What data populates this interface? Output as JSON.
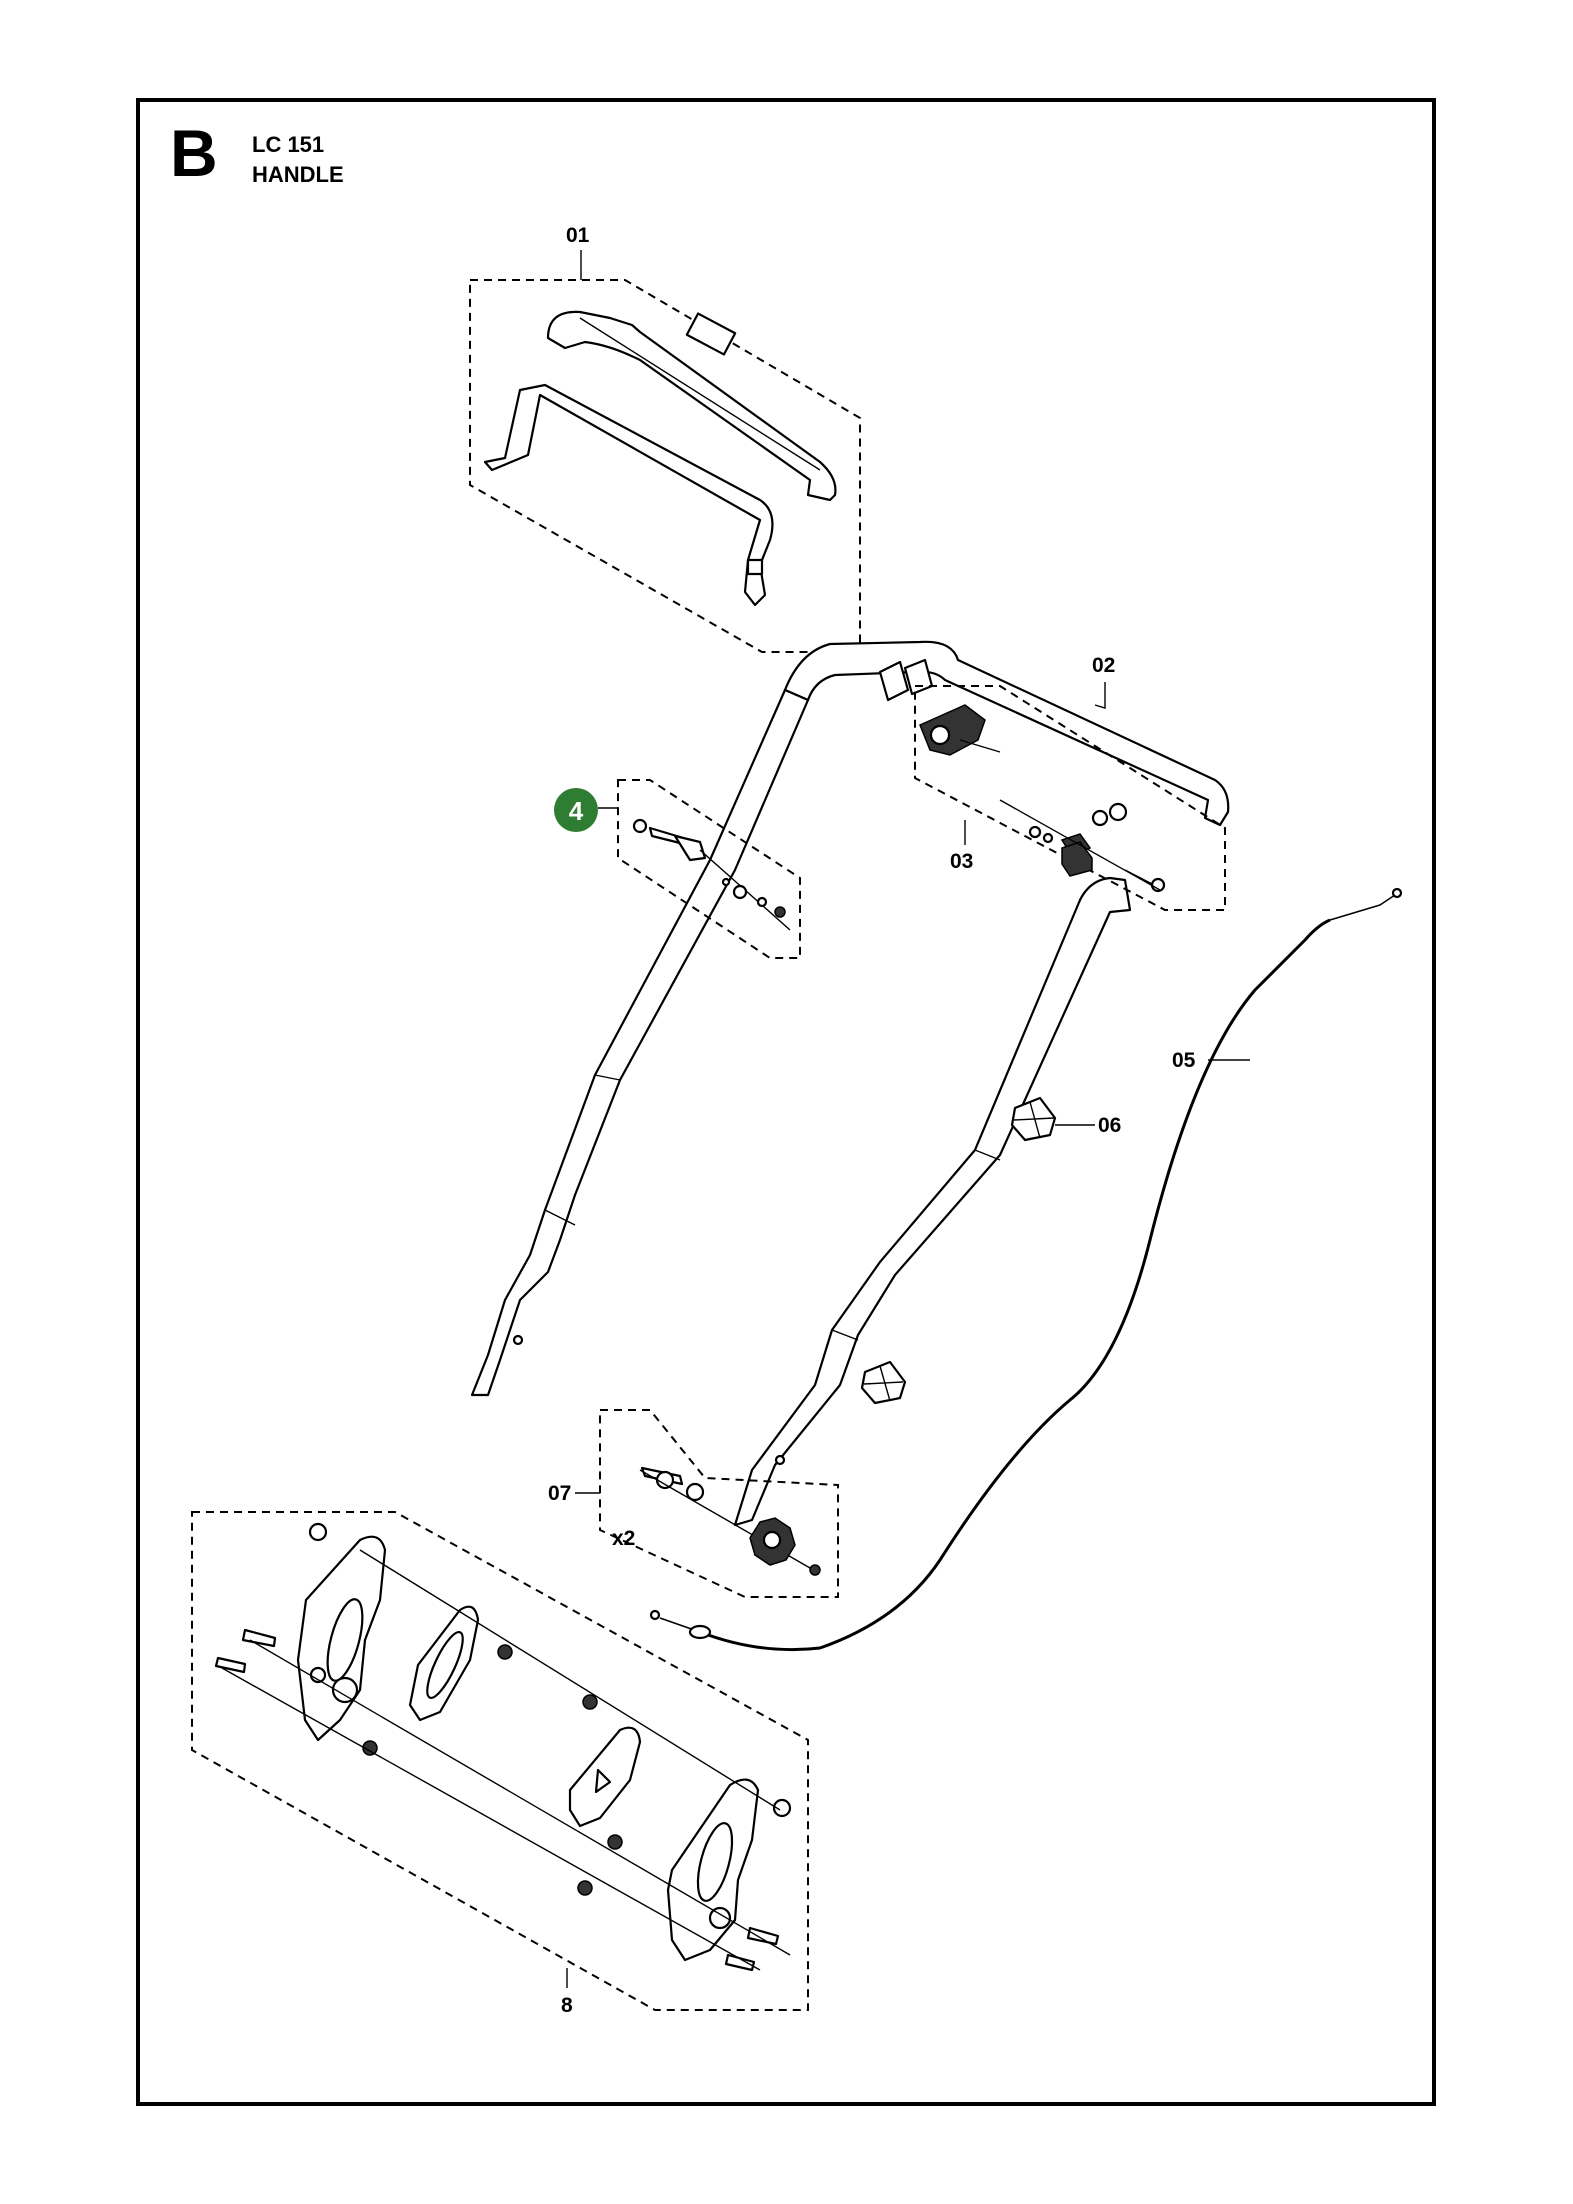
{
  "header": {
    "section_letter": "B",
    "model": "LC 151",
    "title": "HANDLE"
  },
  "parts": [
    {
      "id": "p01",
      "label": "01"
    },
    {
      "id": "p02",
      "label": "02"
    },
    {
      "id": "p03",
      "label": "03"
    },
    {
      "id": "p04",
      "label": "4",
      "highlighted": true
    },
    {
      "id": "p05",
      "label": "05"
    },
    {
      "id": "p06",
      "label": "06"
    },
    {
      "id": "p07",
      "label": "07"
    },
    {
      "id": "p08",
      "label": "8"
    }
  ],
  "quantity_note": "x2",
  "colors": {
    "highlight_badge": "#2e7d32",
    "line": "#000000",
    "background": "#ffffff"
  }
}
